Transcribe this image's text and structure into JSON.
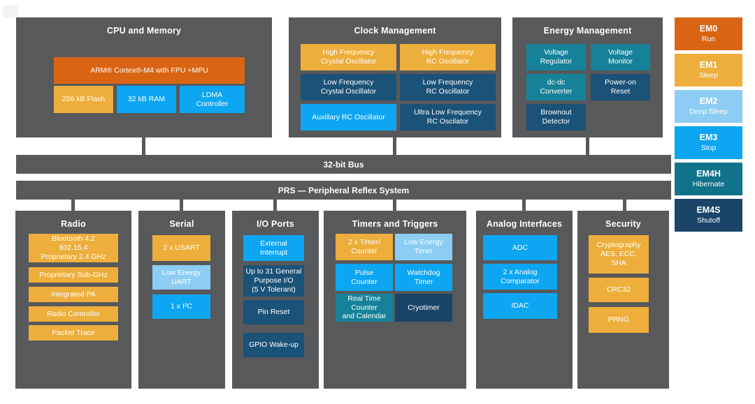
{
  "palette": {
    "container_gray": "#58595B",
    "orange": "#D96514",
    "amber": "#EDAE3C",
    "sky_blue": "#8DCDF4",
    "bright_blue": "#0CA6F2",
    "teal": "#16829A",
    "teal_dark": "#117389",
    "navy": "#1B5278",
    "navy_dark": "#1A4568",
    "text": "#FFFFFF"
  },
  "blocks": {
    "cpu": {
      "title": "CPU and Memory",
      "boxes": [
        {
          "label": "ARM® Cortex®-M4 with FPU +MPU",
          "color": "orange"
        },
        {
          "label": "256 kB Flash",
          "color": "amber"
        },
        {
          "label": "32 kB RAM",
          "color": "blue"
        },
        {
          "label": "LDMA\nController",
          "color": "blue"
        }
      ]
    },
    "clock": {
      "title": "Clock Management",
      "boxes": [
        {
          "label": "High Frequency\nCrystal Oscillator",
          "color": "amber"
        },
        {
          "label": "High Frequency\nRC Oscillator",
          "color": "amber"
        },
        {
          "label": "Low Frequency\nCrystal Oscillator",
          "color": "navy"
        },
        {
          "label": "Low Frequency\nRC Oscillator",
          "color": "navy"
        },
        {
          "label": "Auxillary RC Oscillator",
          "color": "blue"
        },
        {
          "label": "Ultra Low Frequency\nRC Oscilator",
          "color": "navy"
        }
      ]
    },
    "energy": {
      "title": "Energy Management",
      "boxes": [
        {
          "label": "Voltage\nRegulator",
          "color": "teal"
        },
        {
          "label": "Voltage\nMonitor",
          "color": "teal"
        },
        {
          "label": "dc-dc\nConverter",
          "color": "teal"
        },
        {
          "label": "Power-on\nReset",
          "color": "navy"
        },
        {
          "label": "Brownout\nDetector",
          "color": "navy"
        }
      ]
    },
    "radio": {
      "title": "Radio",
      "boxes": [
        {
          "label": "Bluetooth 4.2\n802.15.4\nProprietary 2.4 GHz",
          "color": "amber"
        },
        {
          "label": "Proprietary Sub-GHz",
          "color": "amber"
        },
        {
          "label": "Integrated PA",
          "color": "amber"
        },
        {
          "label": "Radio Controller",
          "color": "amber"
        },
        {
          "label": "Packet Trace",
          "color": "amber"
        }
      ]
    },
    "serial": {
      "title": "Serial",
      "boxes": [
        {
          "label": "2 x USART",
          "color": "amber"
        },
        {
          "label": "Low Energy\nUART",
          "color": "sky"
        },
        {
          "label": "1 x I²C",
          "color": "blue"
        }
      ]
    },
    "io": {
      "title": "I/O Ports",
      "boxes": [
        {
          "label": "External\nInterrupt",
          "color": "blue"
        },
        {
          "label": "Up to 31 General\nPurpose I/O\n(5 V Tolerant)",
          "color": "navy"
        },
        {
          "label": "Pin Reset",
          "color": "navy"
        },
        {
          "label": "GPIO Wake-up",
          "color": "navy"
        }
      ]
    },
    "timers": {
      "title": "Timers and Triggers",
      "boxes": [
        {
          "label": "2 x Timer/\nCounter",
          "color": "amber"
        },
        {
          "label": "Low Energy\nTimer",
          "color": "sky"
        },
        {
          "label": "Pulse\nCounter",
          "color": "blue"
        },
        {
          "label": "Watchdog\nTimer",
          "color": "blue"
        },
        {
          "label": "Real Time\nCounter\nand Calendar",
          "color": "teal"
        },
        {
          "label": "Cryotimer",
          "color": "navydark"
        }
      ]
    },
    "analog": {
      "title": "Analog Interfaces",
      "boxes": [
        {
          "label": "ADC",
          "color": "blue"
        },
        {
          "label": "2 x Analog\nComparator",
          "color": "blue"
        },
        {
          "label": "IDAC",
          "color": "blue"
        }
      ]
    },
    "security": {
      "title": "Security",
      "boxes": [
        {
          "label": "Cryptography\nAES, ECC,\nSHA",
          "color": "amber"
        },
        {
          "label": "CRC32",
          "color": "amber"
        },
        {
          "label": "PRNG",
          "color": "amber"
        }
      ]
    }
  },
  "buses": {
    "bus32": "32-bit Bus",
    "prs": "PRS — Peripheral Reflex System"
  },
  "legend": {
    "items": [
      {
        "name": "EM0",
        "mode": "Run",
        "color": "orange"
      },
      {
        "name": "EM1",
        "mode": "Sleep",
        "color": "amber"
      },
      {
        "name": "EM2",
        "mode": "Deep Sleep",
        "color": "sky"
      },
      {
        "name": "EM3",
        "mode": "Stop",
        "color": "blue"
      },
      {
        "name": "EM4H",
        "mode": "Hibernate",
        "color": "tealdark"
      },
      {
        "name": "EM4S",
        "mode": "Shutoff",
        "color": "navydark"
      }
    ]
  }
}
